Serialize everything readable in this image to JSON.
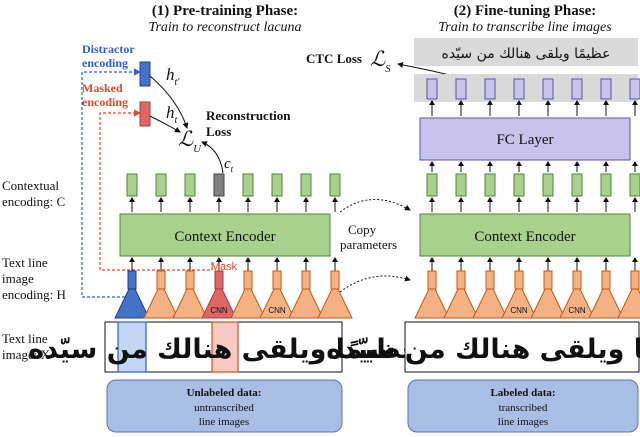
{
  "pretrain": {
    "title": "(1) Pre-training Phase:",
    "subtitle": "Train to reconstruct lacuna"
  },
  "finetune": {
    "title": "(2) Fine-tuning Phase:",
    "subtitle": "Train to transcribe line images"
  },
  "left_labels": {
    "contextual_1": "Contextual",
    "contextual_2": "encoding: C",
    "textline_enc_1": "Text line",
    "textline_enc_2": "image",
    "textline_enc_3": "encoding: H",
    "textline_img_1": "Text line",
    "textline_img_2": "image: X"
  },
  "legend": {
    "distractor_1": "Distractor",
    "distractor_2": "encoding",
    "masked_1": "Masked",
    "masked_2": "encoding",
    "mask": "Mask"
  },
  "symbols": {
    "h_distractor": "h",
    "h_distractor_sub": "t′",
    "h_masked": "h",
    "h_masked_sub": "t",
    "loss_u": "ℒ",
    "loss_u_sub": "U",
    "c_t": "c",
    "c_t_sub": "t",
    "loss_s": "ℒ",
    "loss_s_sub": "S"
  },
  "reconstruction_loss_1": "Reconstruction",
  "reconstruction_loss_2": "Loss",
  "ctc_loss": "CTC Loss",
  "transcription": "عظيمًا ويلقى هنالك من سيّده",
  "context_encoder": "Context Encoder",
  "fc_layer": "FC Layer",
  "cnn": "CNN",
  "copy_1": "Copy",
  "copy_2": "parameters",
  "line_image_text": "عظيمًا ويلقى هنالك من سيّده",
  "unlabeled": {
    "bold": "Unlabeled data:",
    "line1": "untranscribed",
    "line2": "line images"
  },
  "labeled": {
    "bold": "Labeled data:",
    "line1": "transcribed",
    "line2": "line images"
  },
  "colors": {
    "green_fill": "#a9d18e",
    "green_stroke": "#548235",
    "purple_fill": "#c9c3ec",
    "purple_stroke": "#5b54a6",
    "orange_fill": "#f4b183",
    "orange_stroke": "#c55a11",
    "blue_fill": "#4472c4",
    "red_fill": "#e06666",
    "data_box": "#a9bee4",
    "gray_band": "#d9d9d9"
  }
}
